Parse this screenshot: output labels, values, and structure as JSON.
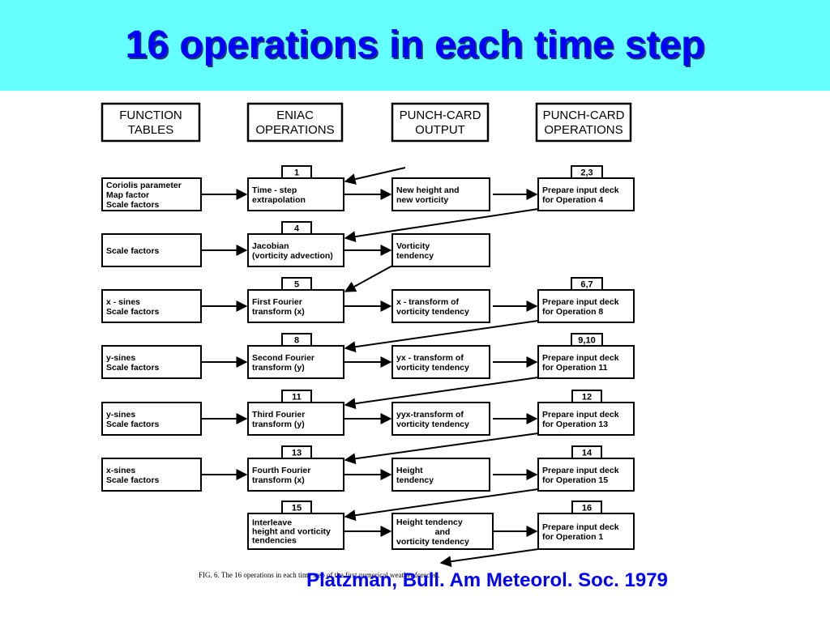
{
  "title": "16 operations in each time step",
  "citation": "Platzman, Bull. Am Meteorol. Soc. 1979",
  "caption": "FIG. 6.  The 16 operations in each time step of the first numerical weather forecast.",
  "columns": [
    [
      "FUNCTION",
      "TABLES"
    ],
    [
      "ENIAC",
      "OPERATIONS"
    ],
    [
      "PUNCH-CARD",
      "OUTPUT"
    ],
    [
      "PUNCH-CARD",
      "OPERATIONS"
    ]
  ],
  "rows": [
    {
      "function": [
        "Coriolis parameter",
        "Map factor",
        "Scale factors"
      ],
      "eniac_num": "1",
      "eniac": [
        "Time - step",
        "extrapolation"
      ],
      "output": [
        "New height and",
        "new vorticity"
      ],
      "pc_num": "2,3",
      "pc": [
        "Prepare input deck",
        "for Operation 4"
      ]
    },
    {
      "function": [
        "Scale factors"
      ],
      "eniac_num": "4",
      "eniac": [
        "Jacobian",
        "(vorticity advection)"
      ],
      "output": [
        "Vorticity",
        "tendency"
      ],
      "pc_num": "",
      "pc": []
    },
    {
      "function": [
        "x - sines",
        "Scale factors"
      ],
      "eniac_num": "5",
      "eniac": [
        "First Fourier",
        "transform (x)"
      ],
      "output": [
        "x - transform of",
        "vorticity tendency"
      ],
      "pc_num": "6,7",
      "pc": [
        "Prepare input deck",
        "for Operation 8"
      ]
    },
    {
      "function": [
        "y-sines",
        "Scale factors"
      ],
      "eniac_num": "8",
      "eniac": [
        "Second Fourier",
        "transform (y)"
      ],
      "output": [
        "yx - transform of",
        "vorticity tendency"
      ],
      "pc_num": "9,10",
      "pc": [
        "Prepare input deck",
        "for Operation 11"
      ]
    },
    {
      "function": [
        "y-sines",
        "Scale factors"
      ],
      "eniac_num": "11",
      "eniac": [
        "Third Fourier",
        "transform (y)"
      ],
      "output": [
        "yyx-transform of",
        "vorticity tendency"
      ],
      "pc_num": "12",
      "pc": [
        "Prepare input deck",
        "for Operation 13"
      ]
    },
    {
      "function": [
        "x-sines",
        "Scale factors"
      ],
      "eniac_num": "13",
      "eniac": [
        "Fourth Fourier",
        "transform (x)"
      ],
      "output": [
        "Height",
        "tendency"
      ],
      "pc_num": "14",
      "pc": [
        "Prepare input deck",
        "for Operation 15"
      ]
    },
    {
      "function": [],
      "eniac_num": "15",
      "eniac": [
        "Interleave",
        "height and vorticity",
        "tendencies"
      ],
      "output": [
        "Height tendency",
        "and",
        "vorticity tendency"
      ],
      "pc_num": "16",
      "pc": [
        "Prepare input deck",
        "for Operation 1"
      ]
    }
  ]
}
